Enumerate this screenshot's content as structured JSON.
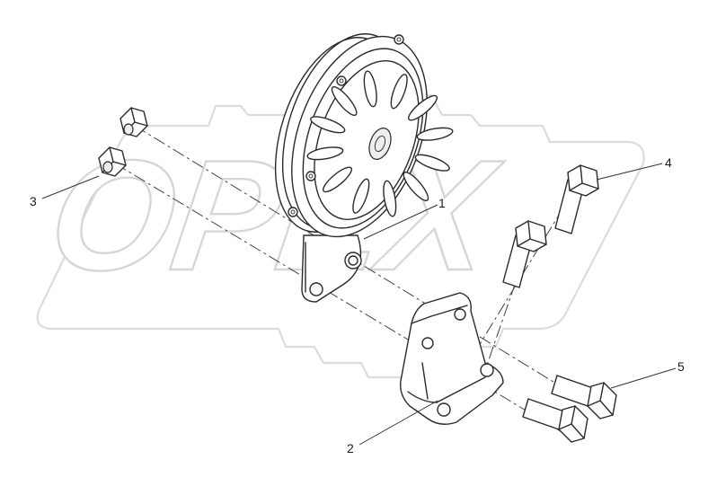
{
  "watermark": {
    "text": "OPEX"
  },
  "callouts": [
    {
      "id": "1",
      "label": "1"
    },
    {
      "id": "2",
      "label": "2"
    },
    {
      "id": "3",
      "label": "3"
    },
    {
      "id": "4",
      "label": "4"
    },
    {
      "id": "5",
      "label": "5"
    }
  ]
}
